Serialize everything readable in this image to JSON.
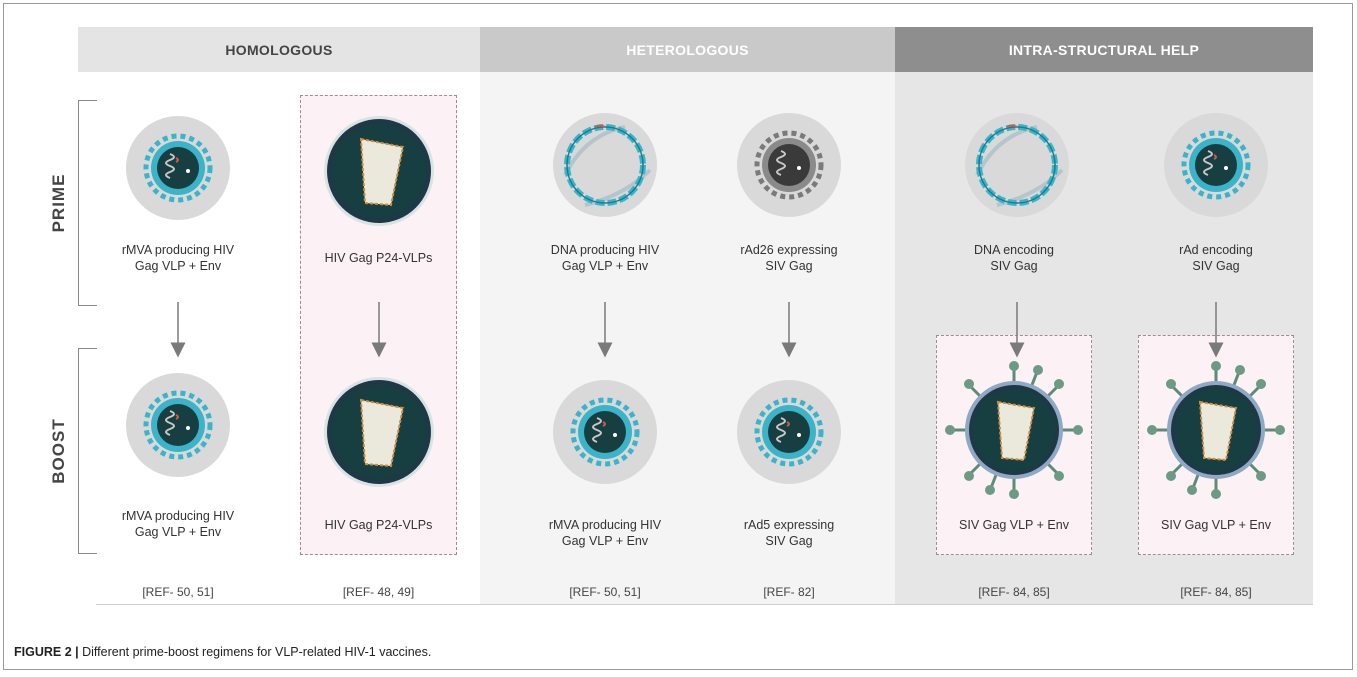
{
  "sections": {
    "homologous": "HOMOLOGOUS",
    "heterologous": "HETEROLOGOUS",
    "intra": "INTRA-STRUCTURAL HELP"
  },
  "rows": {
    "prime": "PRIME",
    "boost": "BOOST"
  },
  "columns": [
    {
      "prime": "rMVA producing HIV\nGag VLP + Env",
      "boost": "rMVA producing HIV\nGag VLP + Env",
      "ref": "[REF- 50, 51]",
      "prime_icon": "mva-virus-icon",
      "boost_icon": "mva-virus-icon"
    },
    {
      "prime": "HIV Gag P24-VLPs",
      "boost": "HIV Gag P24-VLPs",
      "ref": "[REF- 48, 49]",
      "prime_icon": "p24-vlp-icon",
      "boost_icon": "p24-vlp-icon"
    },
    {
      "prime": "DNA producing HIV\nGag VLP + Env",
      "boost": "rMVA producing HIV\nGag VLP + Env",
      "ref": "[REF- 50, 51]",
      "prime_icon": "dna-plasmid-icon",
      "boost_icon": "mva-virus-icon"
    },
    {
      "prime": "rAd26 expressing\nSIV Gag",
      "boost": "rAd5 expressing\nSIV Gag",
      "ref": "[REF- 82]",
      "prime_icon": "adenovirus-icon",
      "boost_icon": "mva-virus-icon"
    },
    {
      "prime": "DNA encoding\nSIV Gag",
      "boost": "SIV Gag VLP + Env",
      "ref": "[REF- 84, 85]",
      "prime_icon": "dna-plasmid-icon",
      "boost_icon": "siv-vlp-env-icon"
    },
    {
      "prime": "rAd encoding\nSIV Gag",
      "boost": "SIV Gag VLP + Env",
      "ref": "[REF- 84, 85]",
      "prime_icon": "mva-virus-icon",
      "boost_icon": "siv-vlp-env-icon"
    }
  ],
  "figure_caption": {
    "label": "FIGURE 2 |",
    "text": " Different prime-boost regimens for VLP-related HIV-1 vaccines."
  },
  "colors": {
    "header_homologous": "#e4e4e4",
    "header_heterologous": "#c9c9c9",
    "header_intra": "#8e8e8e",
    "bg_heterologous": "#f4f4f4",
    "bg_intra": "#e6e6e6",
    "vlp_box_fill": "#fcf1f4",
    "teal": "#3bb3c8",
    "dark_core": "#173f42"
  }
}
